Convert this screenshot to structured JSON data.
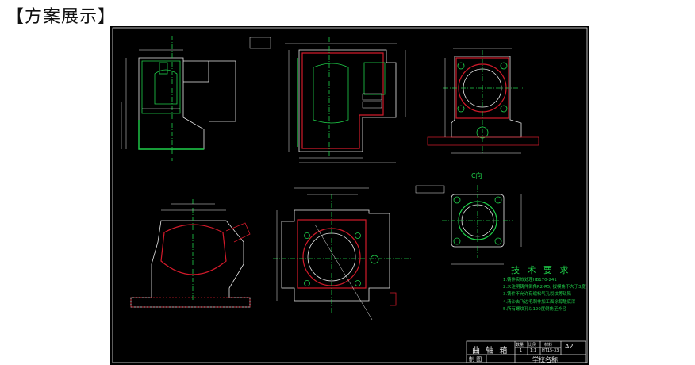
{
  "page": {
    "heading": "【方案展示】"
  },
  "drawing": {
    "view_label_c": "C向",
    "tech_title": "技 术 要 求",
    "tech_requirements": [
      "1.铸件实效处理HB170-241",
      "2.未注明铸件倒角R2-R5, 拔模角不大于3度",
      "3.铸件不允许有缩松气孔裂纹等缺陷",
      "4.清沙去飞边毛刺非加工面涂醇酸底漆",
      "5.所有螺纹孔以120度倒角至外径"
    ],
    "title_block": {
      "part_name": "曲 轴 箱",
      "sheet": "A2",
      "col_qty": "数量",
      "col_scale": "比例",
      "col_material": "材料",
      "qty": "1",
      "scale": "1:1",
      "material": "HT15-33",
      "drawn_label": "制 图",
      "school_label": "学校名称"
    }
  },
  "colors": {
    "background": "#000000",
    "outline": "#e8e8e8",
    "green": "#1fd04a",
    "red": "#d11a2a"
  }
}
